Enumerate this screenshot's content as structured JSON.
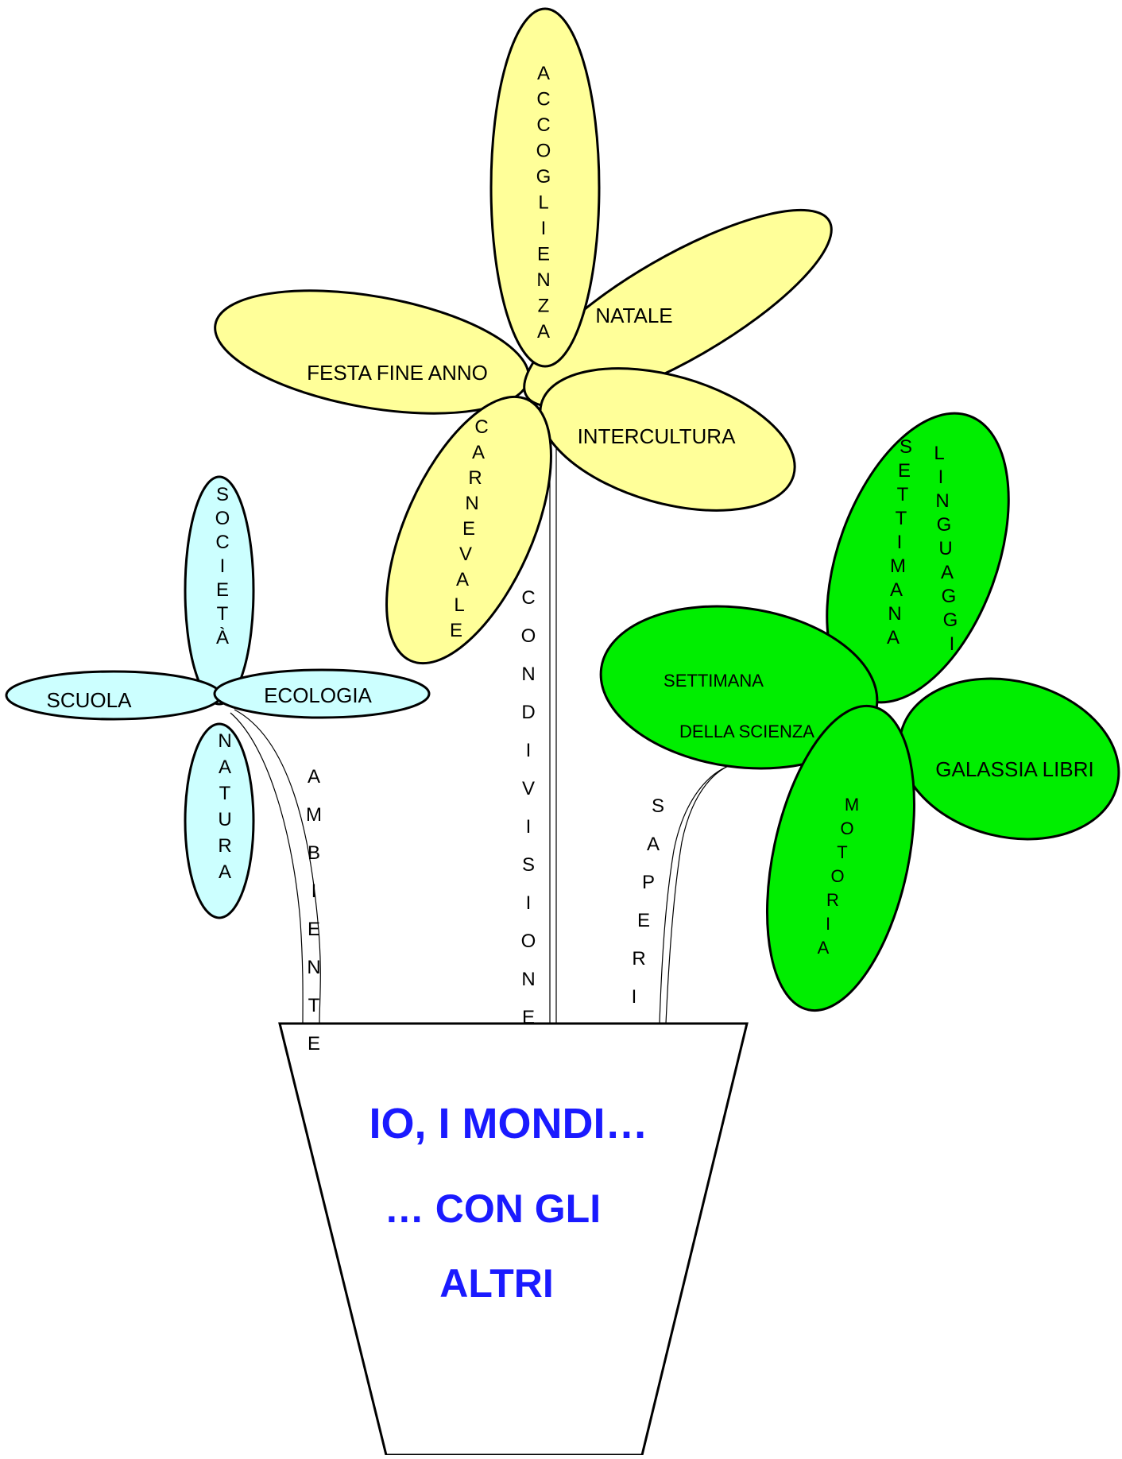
{
  "colors": {
    "yellow_petal": "#ffff99",
    "blue_petal": "#ccffff",
    "green_petal": "#00ee00",
    "title": "#1a1aff",
    "outline": "#000000"
  },
  "pot": {
    "title_lines": [
      "IO,  I  MONDI…",
      "… CON GLI",
      "ALTRI"
    ]
  },
  "stems": {
    "ambiente": "AMBIENTE",
    "condivisione": "CONDIVISIONE",
    "saperi": "SAPERI"
  },
  "yellow_flower": {
    "accoglienza": "ACCOGLIENZA",
    "natale": "NATALE",
    "festa_fine_anno": "FESTA FINE ANNO",
    "intercultura": "INTERCULTURA",
    "carnevale": "CARNEVALE"
  },
  "blue_flower": {
    "societa": "SOCIETÀ",
    "scuola": "SCUOLA",
    "ecologia": "ECOLOGIA",
    "natura": "NATURA"
  },
  "green_flower": {
    "settimana": "SETTIMANA",
    "linguaggi": "LINGUAGGI",
    "settimana_scienza_1": "SETTIMANA",
    "settimana_scienza_2": "DELLA SCIENZA",
    "galassia_libri": "GALASSIA LIBRI",
    "motoria": "MOTORIA"
  }
}
